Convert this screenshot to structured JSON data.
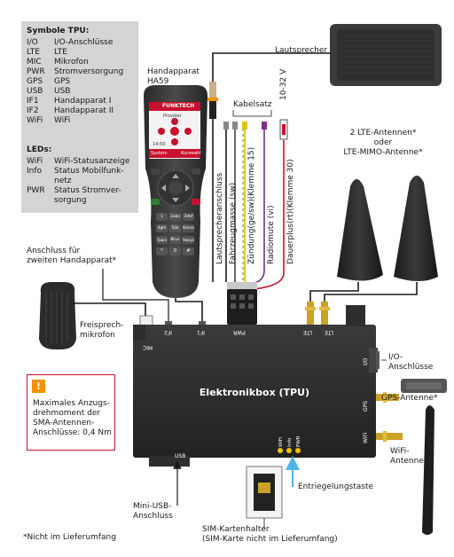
{
  "legend": {
    "title": "Symbole TPU:",
    "symbols": [
      {
        "key": "I/O",
        "label": "I/O-Anschlüsse"
      },
      {
        "key": "LTE",
        "label": "LTE"
      },
      {
        "key": "MIC",
        "label": "Mikrofon"
      },
      {
        "key": "PWR",
        "label": "Stromversorgung"
      },
      {
        "key": "GPS",
        "label": "GPS"
      },
      {
        "key": "USB",
        "label": "USB"
      },
      {
        "key": "IF1",
        "label": "Handapparat I"
      },
      {
        "key": "IF2",
        "label": "Handapparat II"
      },
      {
        "key": "WiFi",
        "label": "WiFi"
      }
    ],
    "leds_title": "LEDs:",
    "leds": [
      {
        "key": "WiFi",
        "lines": [
          "WiFi-Statusanzeige"
        ]
      },
      {
        "key": "Info",
        "lines": [
          "Status Mobilfunk-",
          "netz"
        ]
      },
      {
        "key": "PWR",
        "lines": [
          "Status Stromver-",
          "sorgung"
        ]
      }
    ]
  },
  "handset": {
    "title_lines": [
      "Handapparat",
      "HA59"
    ],
    "screen_brand": "FUNKTECH",
    "screen_provider": "Provider",
    "screen_time": "14:50",
    "softkey_left": "System",
    "softkey_right": "Kurzwahl",
    "keys": [
      "1",
      "2abc",
      "3def",
      "4ghi",
      "5jkl",
      "6mno",
      "7pqrs",
      "8tuv",
      "9wxyz",
      "*",
      "0",
      "#"
    ]
  },
  "labels": {
    "speaker": "Lautsprecher",
    "cable_harness": "Kabelsatz",
    "voltage": "10-32 V",
    "wires": [
      "Lautsprecheranschluss",
      "Fahrzeugmasse (sw)",
      "Zündung(ge/sw)(Klemme 15)",
      "Radiomute (vi)",
      "Dauerplus(rt)(Klemme 30)"
    ],
    "lte_antennas_lines": [
      "2 LTE-Antennen*",
      "oder",
      "LTE-MIMO-Antenne*"
    ],
    "second_handset_lines": [
      "Anschluss für",
      "zweiten Handapparat*"
    ],
    "microphone_lines": [
      "Freisprech-",
      "mikrofon"
    ],
    "tpu_title": "Elektronikbox (TPU)",
    "io_lines": [
      "I/O-",
      "Anschlüsse"
    ],
    "gps_antenna": "GPS-Antenne*",
    "wifi_antenna_lines": [
      "WiFi-",
      "Antenne*"
    ],
    "release_button": "Entriegelungstaste",
    "mini_usb_lines": [
      "Mini-USB-",
      "Anschluss"
    ],
    "sim_holder_lines": [
      "SIM-Kartenhalter",
      "(SIM-Karte nicht im Lieferumfang)"
    ],
    "footnote": "*Nicht im Lieferumfang"
  },
  "ports": {
    "mic": "MIC",
    "if2": "IF2",
    "if1": "IF1",
    "pwr": "PWR",
    "lte1": "LTE",
    "lte2": "LTE",
    "io": "I/O",
    "gps": "GPS",
    "wifi": "WiFi",
    "usb": "USB",
    "led_wifi": "WiFi",
    "led_info": "Info",
    "led_pwr": "PWR"
  },
  "warning": {
    "lines": [
      "Maximales Anzugs-",
      "drehmoment der",
      "SMA-Antennen-",
      "Anschlüsse: 0,4 Nm"
    ]
  },
  "colors": {
    "accent": "#f39200",
    "legend_bg": "#d4d4d4",
    "box": "#2b2b2b",
    "warning_border": "#c8102e",
    "led": "#f5c400",
    "release_arrow": "#4fb3e8"
  }
}
